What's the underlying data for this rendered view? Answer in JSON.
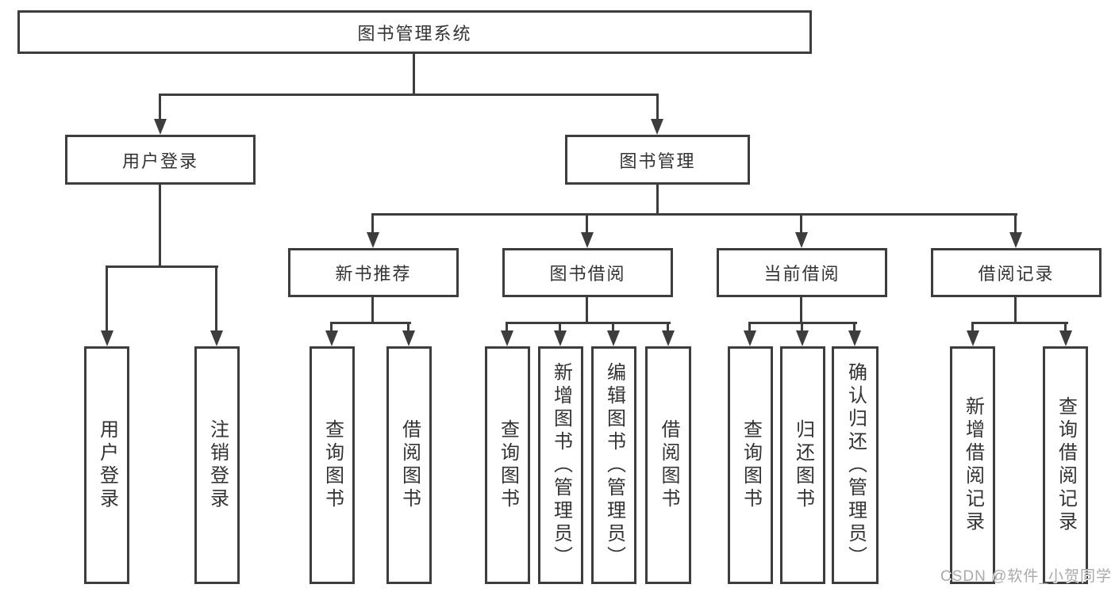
{
  "diagram": {
    "root": {
      "label": "图书管理系统"
    },
    "level2": [
      {
        "label": "用户登录"
      },
      {
        "label": "图书管理"
      }
    ],
    "level3": [
      {
        "label": "新书推荐"
      },
      {
        "label": "图书借阅"
      },
      {
        "label": "当前借阅"
      },
      {
        "label": "借阅记录"
      }
    ],
    "leaves": [
      {
        "label": "用户登录"
      },
      {
        "label": "注销登录"
      },
      {
        "label": "查询图书"
      },
      {
        "label": "借阅图书"
      },
      {
        "label": "查询图书"
      },
      {
        "label": "新增图书（管理员）"
      },
      {
        "label": "编辑图书（管理员）"
      },
      {
        "label": "借阅图书"
      },
      {
        "label": "查询图书"
      },
      {
        "label": "归还图书"
      },
      {
        "label": "确认归还（管理员）"
      },
      {
        "label": "新增借阅记录"
      },
      {
        "label": "查询借阅记录"
      }
    ]
  },
  "watermark": {
    "text": "CSDN @软件_小贺同学"
  },
  "colors": {
    "line": "#3d3d3d",
    "text": "#333333",
    "watermark": "#a9a9a9",
    "background": "#ffffff"
  }
}
